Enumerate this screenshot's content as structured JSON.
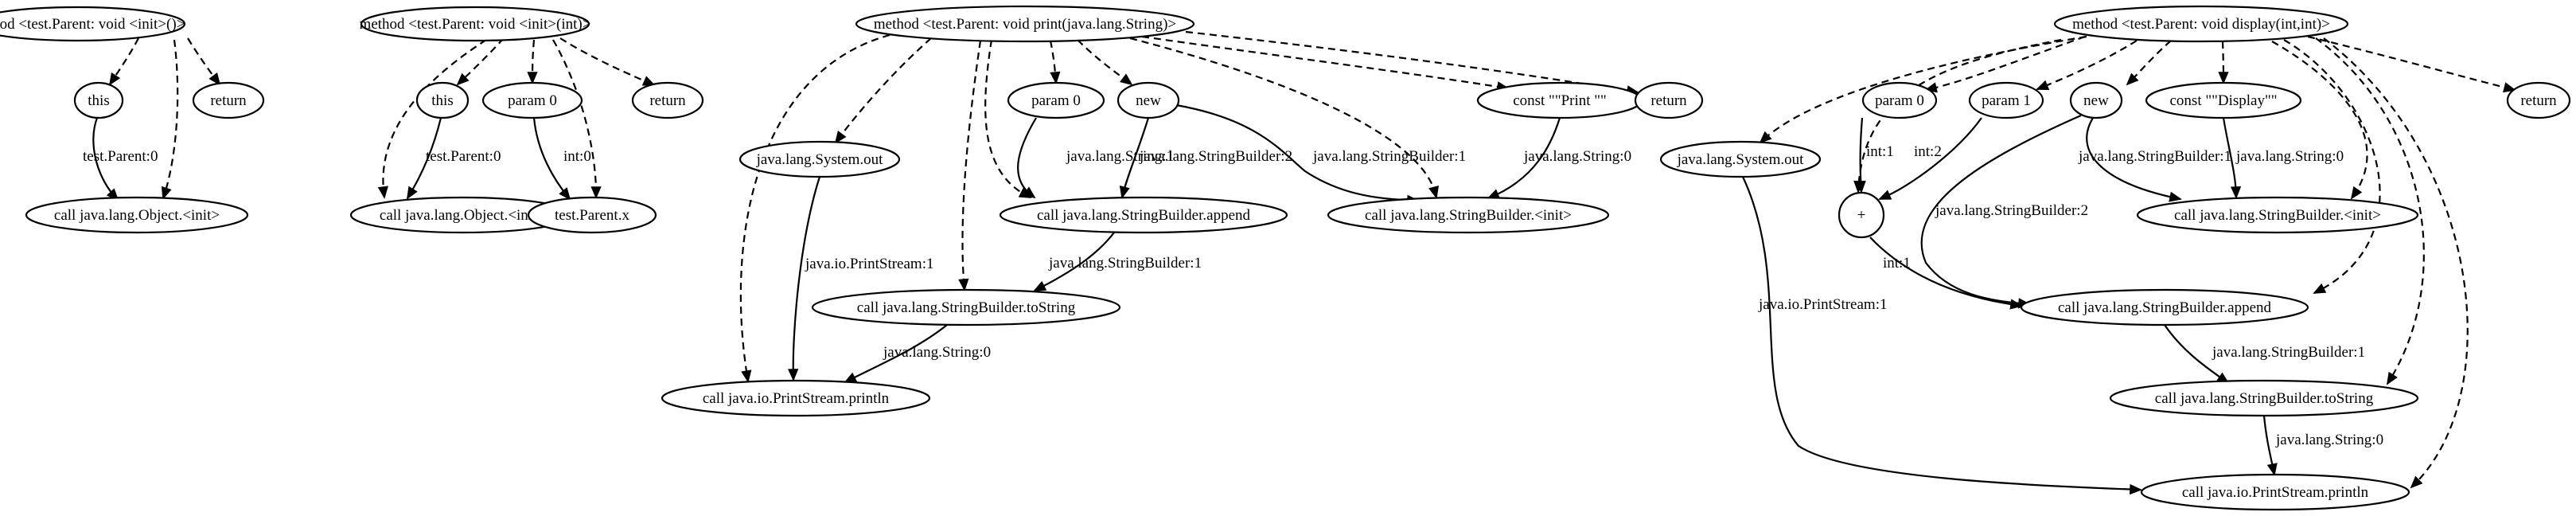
{
  "graphs": [
    {
      "id": "g1",
      "nodes": [
        {
          "id": "m",
          "label": "method <test.Parent: void <init>()>"
        },
        {
          "id": "this",
          "label": "this"
        },
        {
          "id": "ret",
          "label": "return"
        },
        {
          "id": "call",
          "label": "call java.lang.Object.<init>"
        }
      ],
      "edges": [
        {
          "from": "m",
          "to": "this",
          "style": "dashed",
          "label": ""
        },
        {
          "from": "m",
          "to": "ret",
          "style": "dashed",
          "label": ""
        },
        {
          "from": "m",
          "to": "call",
          "style": "dashed",
          "label": ""
        },
        {
          "from": "this",
          "to": "call",
          "style": "solid",
          "label": "test.Parent:0"
        }
      ]
    },
    {
      "id": "g2",
      "nodes": [
        {
          "id": "m",
          "label": "method <test.Parent: void <init>(int)>"
        },
        {
          "id": "this",
          "label": "this"
        },
        {
          "id": "p0",
          "label": "param 0"
        },
        {
          "id": "ret",
          "label": "return"
        },
        {
          "id": "call",
          "label": "call java.lang.Object.<init>"
        },
        {
          "id": "fx",
          "label": "test.Parent.x"
        }
      ],
      "edges": [
        {
          "from": "m",
          "to": "this",
          "style": "dashed",
          "label": ""
        },
        {
          "from": "m",
          "to": "p0",
          "style": "dashed",
          "label": ""
        },
        {
          "from": "m",
          "to": "ret",
          "style": "dashed",
          "label": ""
        },
        {
          "from": "m",
          "to": "call",
          "style": "dashed",
          "label": ""
        },
        {
          "from": "m",
          "to": "fx",
          "style": "dashed",
          "label": ""
        },
        {
          "from": "this",
          "to": "call",
          "style": "solid",
          "label": "test.Parent:0"
        },
        {
          "from": "p0",
          "to": "fx",
          "style": "solid",
          "label": "int:0"
        }
      ]
    },
    {
      "id": "g3",
      "nodes": [
        {
          "id": "m",
          "label": "method <test.Parent: void print(java.lang.String)>"
        },
        {
          "id": "sysout",
          "label": "java.lang.System.out"
        },
        {
          "id": "p0",
          "label": "param 0"
        },
        {
          "id": "new",
          "label": "new"
        },
        {
          "id": "const",
          "label": "const \"\"Print \"\""
        },
        {
          "id": "ret",
          "label": "return"
        },
        {
          "id": "append",
          "label": "call java.lang.StringBuilder.append"
        },
        {
          "id": "sbinit",
          "label": "call java.lang.StringBuilder.<init>"
        },
        {
          "id": "tostr",
          "label": "call java.lang.StringBuilder.toString"
        },
        {
          "id": "println",
          "label": "call java.io.PrintStream.println"
        }
      ],
      "edges": [
        {
          "from": "m",
          "to": "sysout",
          "style": "dashed",
          "label": ""
        },
        {
          "from": "m",
          "to": "p0",
          "style": "dashed",
          "label": ""
        },
        {
          "from": "m",
          "to": "new",
          "style": "dashed",
          "label": ""
        },
        {
          "from": "m",
          "to": "const",
          "style": "dashed",
          "label": ""
        },
        {
          "from": "m",
          "to": "ret",
          "style": "dashed",
          "label": ""
        },
        {
          "from": "m",
          "to": "append",
          "style": "dashed",
          "label": ""
        },
        {
          "from": "m",
          "to": "sbinit",
          "style": "dashed",
          "label": ""
        },
        {
          "from": "m",
          "to": "tostr",
          "style": "dashed",
          "label": ""
        },
        {
          "from": "m",
          "to": "println",
          "style": "dashed",
          "label": ""
        },
        {
          "from": "p0",
          "to": "append",
          "style": "solid",
          "label": "java.lang.String:1"
        },
        {
          "from": "new",
          "to": "append",
          "style": "solid",
          "label": "java.lang.StringBuilder:2"
        },
        {
          "from": "new",
          "to": "sbinit",
          "style": "solid",
          "label": "java.lang.StringBuilder:1"
        },
        {
          "from": "const",
          "to": "sbinit",
          "style": "solid",
          "label": "java.lang.String:0"
        },
        {
          "from": "append",
          "to": "tostr",
          "style": "solid",
          "label": "java.lang.StringBuilder:1"
        },
        {
          "from": "sysout",
          "to": "println",
          "style": "solid",
          "label": "java.io.PrintStream:1"
        },
        {
          "from": "tostr",
          "to": "println",
          "style": "solid",
          "label": "java.lang.String:0"
        }
      ]
    },
    {
      "id": "g4",
      "nodes": [
        {
          "id": "m",
          "label": "method <test.Parent: void display(int,int)>"
        },
        {
          "id": "sysout",
          "label": "java.lang.System.out"
        },
        {
          "id": "p0",
          "label": "param 0"
        },
        {
          "id": "p1",
          "label": "param 1"
        },
        {
          "id": "new",
          "label": "new"
        },
        {
          "id": "const",
          "label": "const \"\"Display\"\""
        },
        {
          "id": "ret",
          "label": "return"
        },
        {
          "id": "plus",
          "label": "+"
        },
        {
          "id": "sbinit",
          "label": "call java.lang.StringBuilder.<init>"
        },
        {
          "id": "append",
          "label": "call java.lang.StringBuilder.append"
        },
        {
          "id": "tostr",
          "label": "call java.lang.StringBuilder.toString"
        },
        {
          "id": "println",
          "label": "call java.io.PrintStream.println"
        }
      ],
      "edges": [
        {
          "from": "m",
          "to": "sysout",
          "style": "dashed",
          "label": ""
        },
        {
          "from": "m",
          "to": "p0",
          "style": "dashed",
          "label": ""
        },
        {
          "from": "m",
          "to": "p1",
          "style": "dashed",
          "label": ""
        },
        {
          "from": "m",
          "to": "new",
          "style": "dashed",
          "label": ""
        },
        {
          "from": "m",
          "to": "const",
          "style": "dashed",
          "label": ""
        },
        {
          "from": "m",
          "to": "ret",
          "style": "dashed",
          "label": ""
        },
        {
          "from": "m",
          "to": "plus",
          "style": "dashed",
          "label": ""
        },
        {
          "from": "m",
          "to": "sbinit",
          "style": "dashed",
          "label": ""
        },
        {
          "from": "m",
          "to": "append",
          "style": "dashed",
          "label": ""
        },
        {
          "from": "m",
          "to": "tostr",
          "style": "dashed",
          "label": ""
        },
        {
          "from": "m",
          "to": "println",
          "style": "dashed",
          "label": ""
        },
        {
          "from": "p0",
          "to": "plus",
          "style": "solid",
          "label": "int:1"
        },
        {
          "from": "p1",
          "to": "plus",
          "style": "solid",
          "label": "int:2"
        },
        {
          "from": "new",
          "to": "sbinit",
          "style": "solid",
          "label": "java.lang.StringBuilder:1"
        },
        {
          "from": "const",
          "to": "sbinit",
          "style": "solid",
          "label": "java.lang.String:0"
        },
        {
          "from": "new",
          "to": "append",
          "style": "solid",
          "label": "java.lang.StringBuilder:2"
        },
        {
          "from": "plus",
          "to": "append",
          "style": "solid",
          "label": "int:1"
        },
        {
          "from": "append",
          "to": "tostr",
          "style": "solid",
          "label": "java.lang.StringBuilder:1"
        },
        {
          "from": "tostr",
          "to": "println",
          "style": "solid",
          "label": "java.lang.String:0"
        },
        {
          "from": "sysout",
          "to": "println",
          "style": "solid",
          "label": "java.io.PrintStream:1"
        }
      ]
    }
  ]
}
